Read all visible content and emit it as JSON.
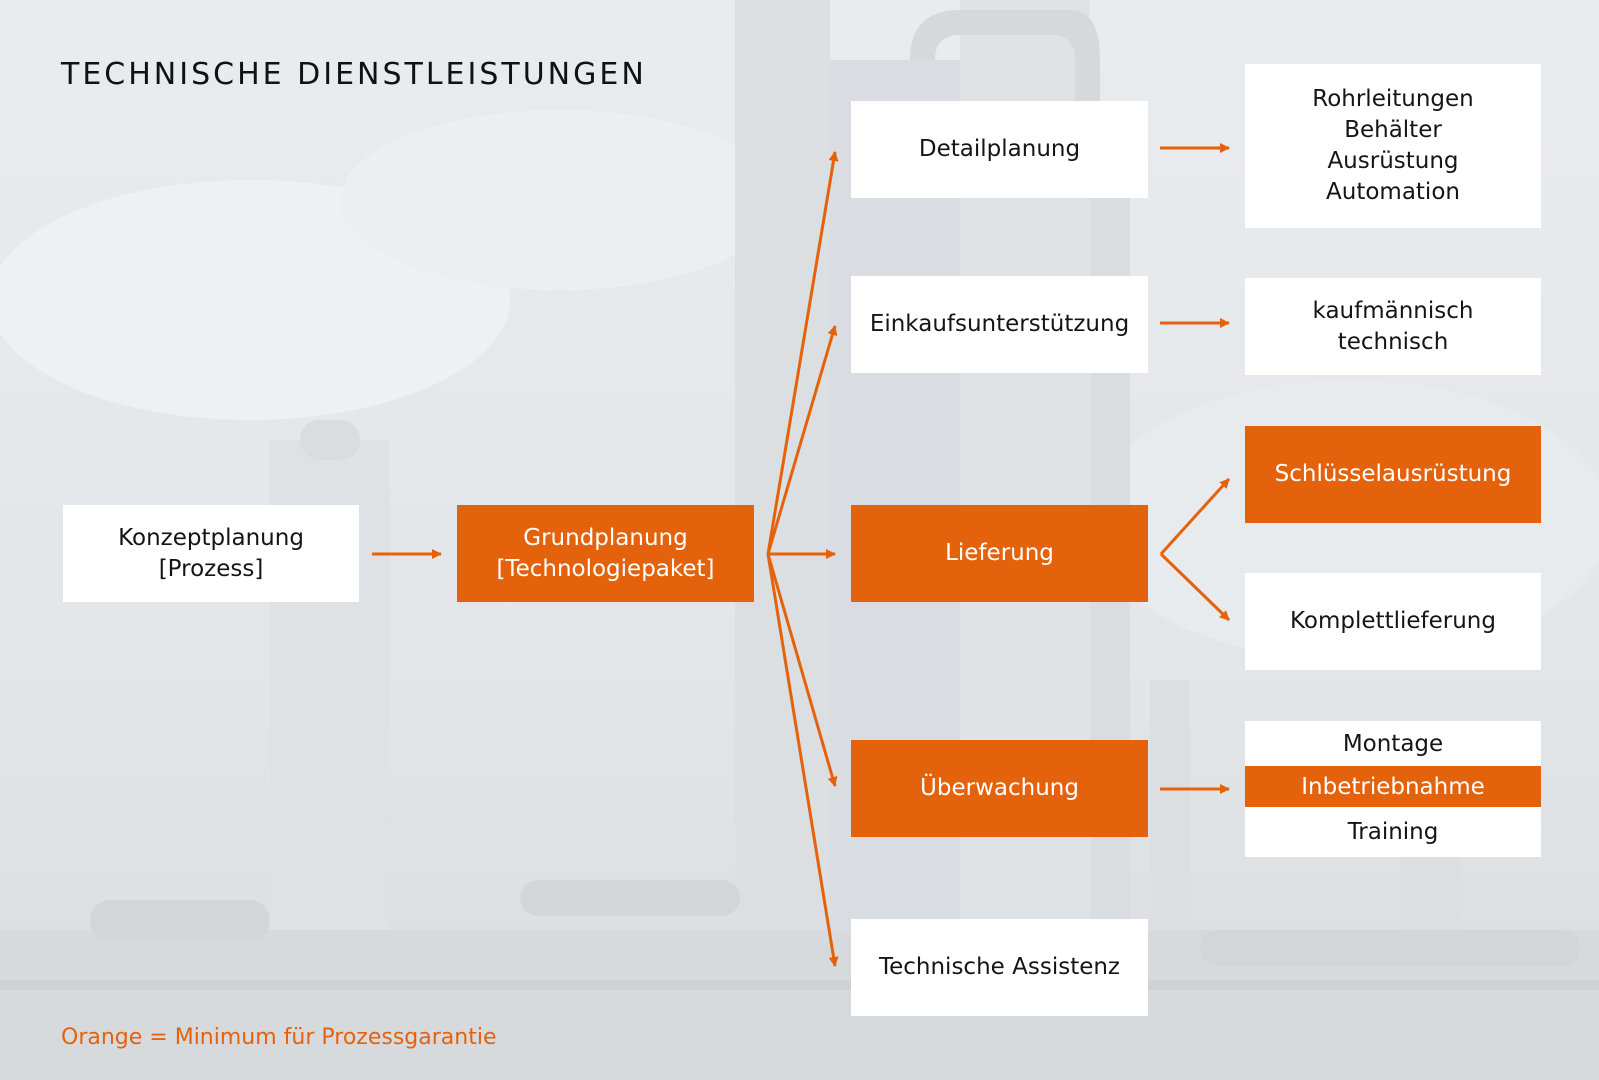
{
  "title": "TECHNISCHE DIENSTLEISTUNGEN",
  "legend": "Orange = Minimum für Prozessgarantie",
  "colors": {
    "accent": "#e4620b",
    "box": "#ffffff",
    "text": "#151515"
  },
  "nodes": {
    "konzept": {
      "lines": [
        "Konzeptplanung",
        "[Prozess]"
      ]
    },
    "grund": {
      "lines": [
        "Grundplanung",
        "[Technologiepaket]"
      ]
    },
    "detail": {
      "lines": [
        "Detailplanung"
      ]
    },
    "einkauf": {
      "lines": [
        "Einkaufsunterstützung"
      ]
    },
    "lieferung": {
      "lines": [
        "Lieferung"
      ]
    },
    "ueberwachung": {
      "lines": [
        "Überwachung"
      ]
    },
    "assistenz": {
      "lines": [
        "Technische Assistenz"
      ]
    },
    "detail_items": {
      "lines": [
        "Rohrleitungen",
        "Behälter",
        "Ausrüstung",
        "Automation"
      ]
    },
    "einkauf_items": {
      "lines": [
        "kaufmännisch",
        "technisch"
      ]
    },
    "schluessel": {
      "lines": [
        "Schlüsselausrüstung"
      ]
    },
    "komplett": {
      "lines": [
        "Komplettlieferung"
      ]
    },
    "ueberwachung_items": {
      "lines": [
        "Montage",
        "Inbetriebnahme",
        "Training"
      ]
    }
  }
}
